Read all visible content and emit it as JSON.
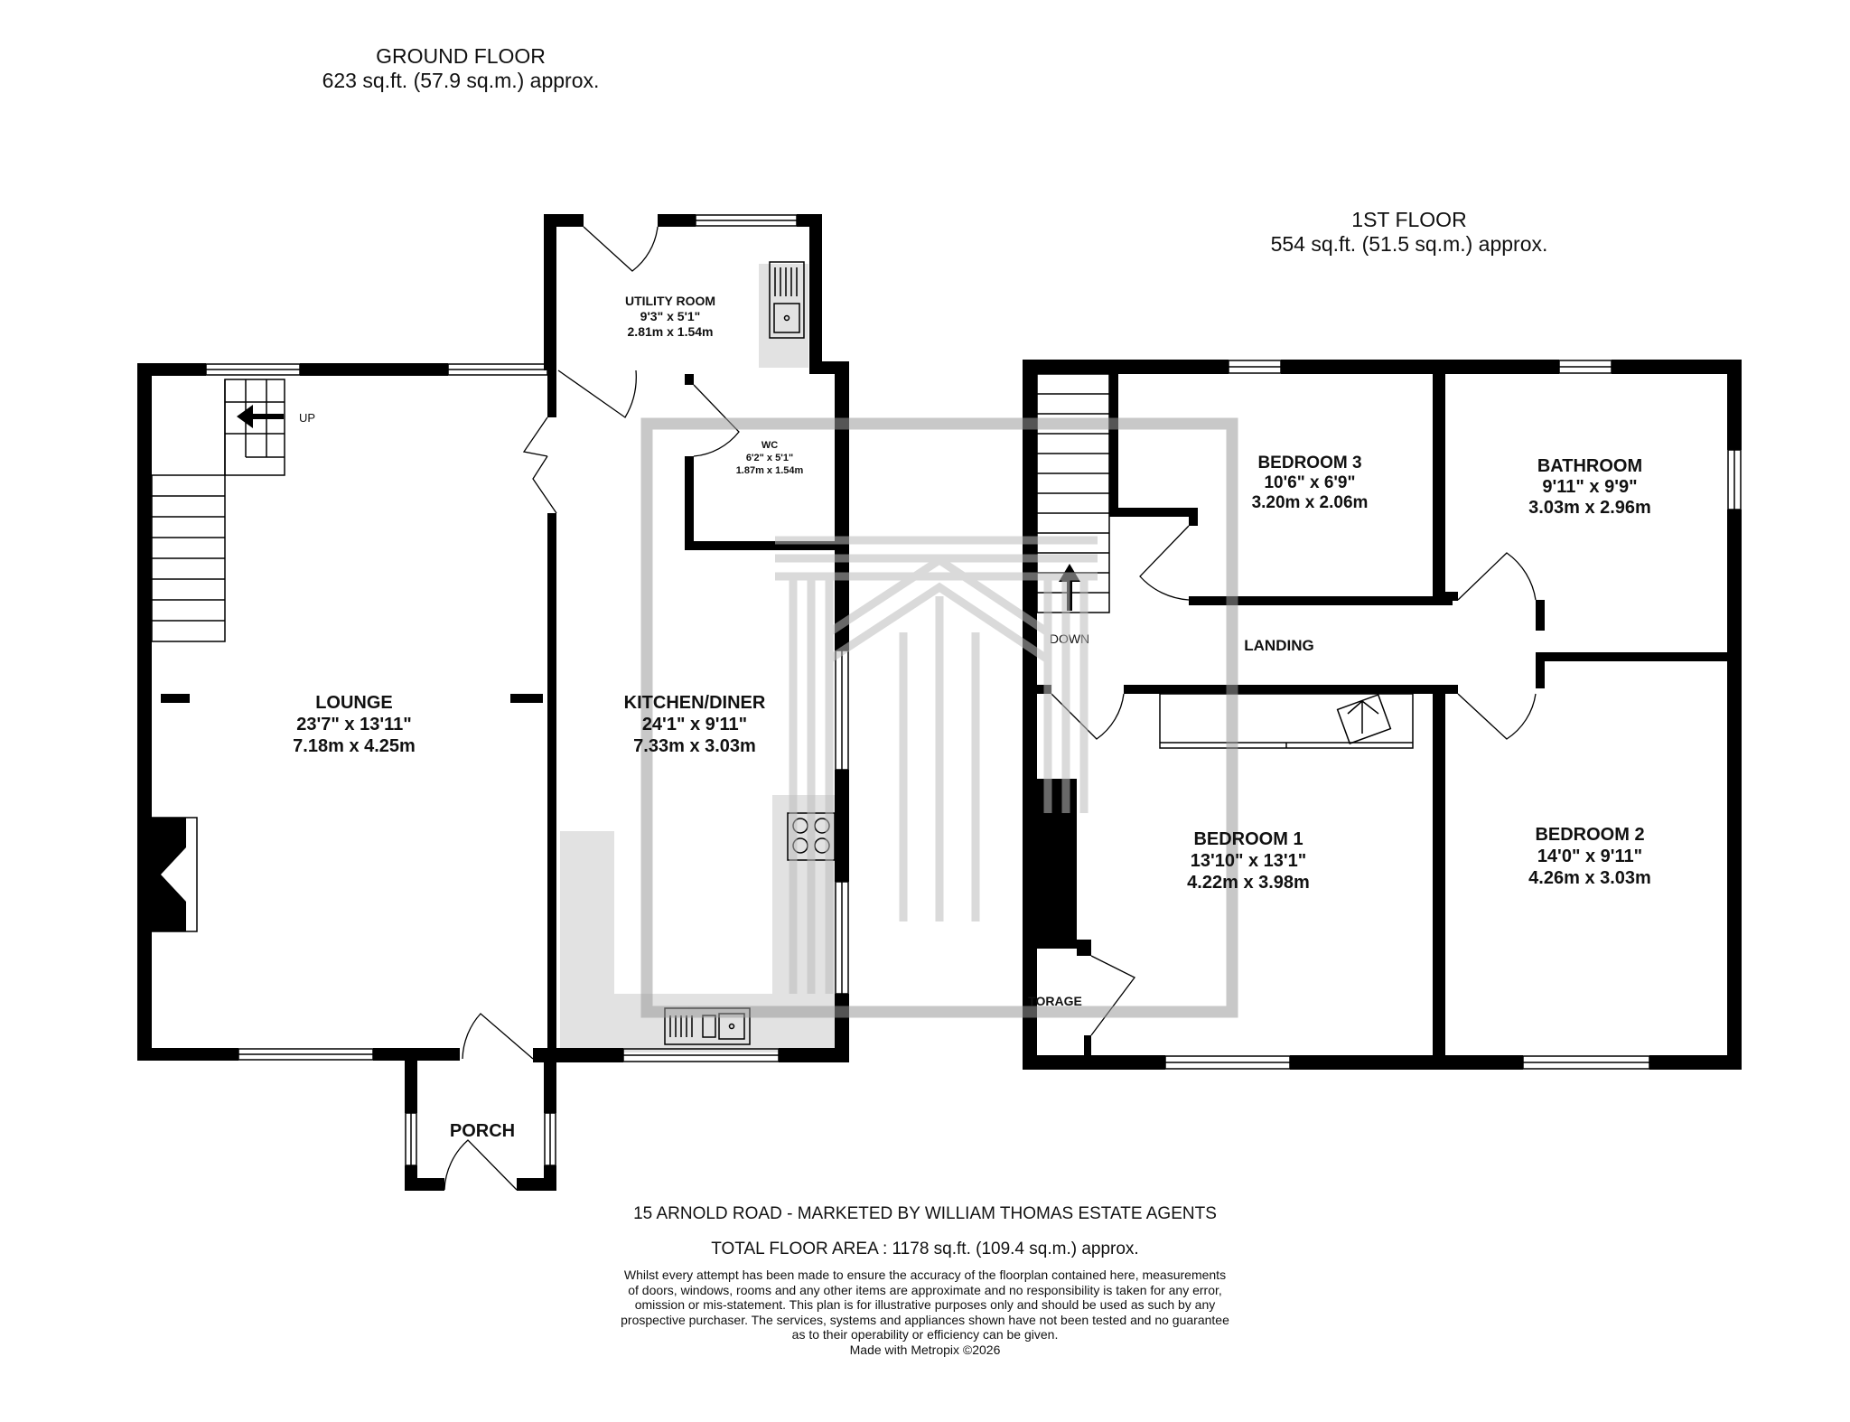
{
  "floors": {
    "ground": {
      "title": "GROUND FLOOR",
      "area": "623 sq.ft. (57.9 sq.m.) approx.",
      "rooms": {
        "lounge": {
          "name": "LOUNGE",
          "imperial": "23'7\"  x 13'11\"",
          "metric": "7.18m  x 4.25m"
        },
        "kitchen": {
          "name": "KITCHEN/DINER",
          "imperial": "24'1\"  x 9'11\"",
          "metric": "7.33m  x 3.03m"
        },
        "utility": {
          "name": "UTILITY ROOM",
          "imperial": "9'3\"  x 5'1\"",
          "metric": "2.81m  x 1.54m"
        },
        "wc": {
          "name": "WC",
          "imperial": "6'2\"  x 5'1\"",
          "metric": "1.87m  x 1.54m"
        },
        "porch": {
          "name": "PORCH"
        }
      },
      "stairs_label": "UP"
    },
    "first": {
      "title": "1ST FLOOR",
      "area": "554 sq.ft. (51.5 sq.m.) approx.",
      "rooms": {
        "bedroom3": {
          "name": "BEDROOM 3",
          "imperial": "10'6\"  x 6'9\"",
          "metric": "3.20m  x 2.06m"
        },
        "bathroom": {
          "name": "BATHROOM",
          "imperial": "9'11\"  x 9'9\"",
          "metric": "3.03m  x 2.96m"
        },
        "bedroom1": {
          "name": "BEDROOM 1",
          "imperial": "13'10\"  x 13'1\"",
          "metric": "4.22m  x 3.98m"
        },
        "bedroom2": {
          "name": "BEDROOM 2",
          "imperial": "14'0\"  x 9'11\"",
          "metric": "4.26m  x 3.03m"
        },
        "landing": {
          "name": "LANDING"
        },
        "storage": {
          "name": "TORAGE"
        }
      },
      "stairs_label": "DOWN"
    }
  },
  "footer": {
    "address": "15 ARNOLD ROAD - MARKETED BY WILLIAM THOMAS ESTATE AGENTS",
    "total": "TOTAL FLOOR AREA : 1178 sq.ft. (109.4 sq.m.) approx.",
    "disclaimer": [
      "Whilst every attempt has been made to ensure the accuracy of the floorplan contained here, measurements",
      "of doors, windows, rooms and any other items are approximate and no responsibility is taken for any error,",
      "omission or mis-statement. This plan is for illustrative purposes only and should be used as such by any",
      "prospective purchaser. The services, systems and appliances shown have not been tested and no guarantee",
      "as to their operability or efficiency can be given."
    ],
    "credit": "Made with Metropix ©2026"
  },
  "colors": {
    "wall": "#000000",
    "floor_shade": "#e2e2e2",
    "watermark": "#9a9a9a"
  }
}
